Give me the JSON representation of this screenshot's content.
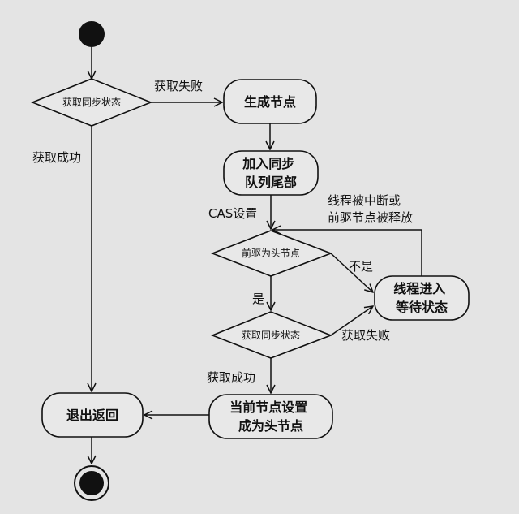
{
  "colors": {
    "background": "#e4e4e4",
    "shape_fill": "#e8e8e8",
    "ink": "#111111"
  },
  "nodes": {
    "check_state_1": {
      "label": "获取同步状态"
    },
    "create_node": {
      "label": "生成节点"
    },
    "enqueue": {
      "lines": [
        "加入同步",
        "队列尾部"
      ]
    },
    "is_pred_head": {
      "label": "前驱为头节点"
    },
    "wait": {
      "lines": [
        "线程进入",
        "等待状态"
      ]
    },
    "check_state_2": {
      "label": "获取同步状态"
    },
    "set_head": {
      "lines": [
        "当前节点设置",
        "成为头节点"
      ]
    },
    "exit": {
      "label": "退出返回"
    }
  },
  "edges": {
    "acquire_fail_1": "获取失败",
    "acquire_success_1": "获取成功",
    "cas_set": "CAS设置",
    "wakeup": [
      "线程被中断或",
      "前驱节点被释放"
    ],
    "not_head": "不是",
    "is_head": "是",
    "acquire_fail_2": "获取失败",
    "acquire_success_2": "获取成功"
  }
}
